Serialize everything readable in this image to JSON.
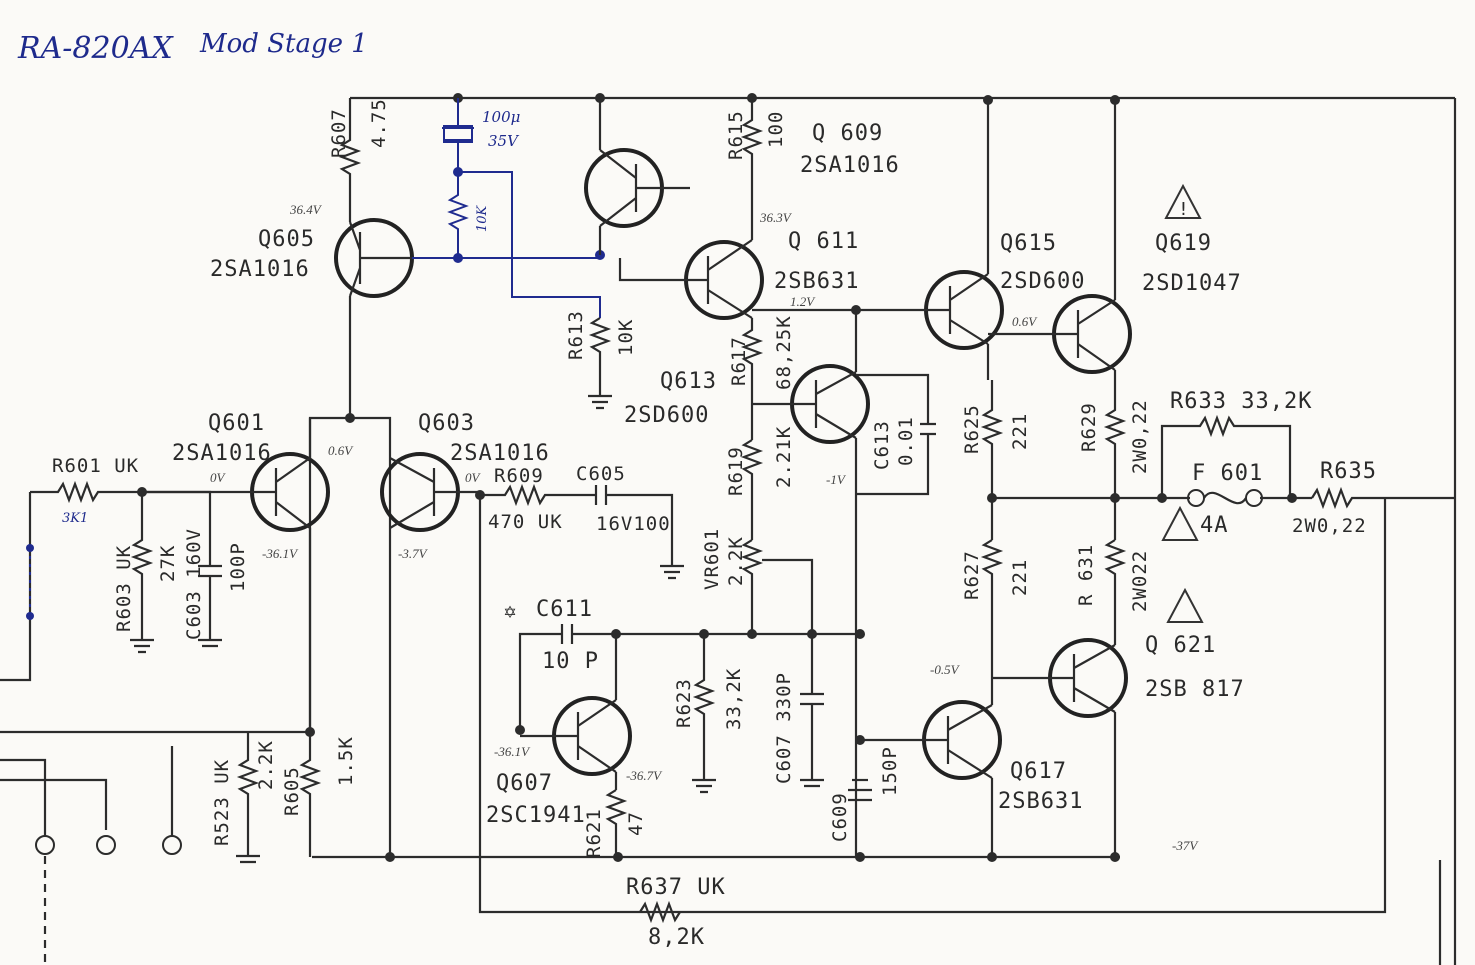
{
  "title": {
    "model": "RA-820AX",
    "note": "Mod Stage 1"
  },
  "mod": {
    "cap": "100μ",
    "cap_v": "35V",
    "res": "10K"
  },
  "components": {
    "R607": {
      "ref": "R607",
      "val": "4.75"
    },
    "Q605": {
      "ref": "Q605",
      "part": "2SA1016"
    },
    "Q609": {
      "ref": "Q 609",
      "part": "2SA1016"
    },
    "R615": {
      "ref": "R615",
      "val": "100"
    },
    "Q611": {
      "ref": "Q 611",
      "part": "2SB631"
    },
    "Q615": {
      "ref": "Q615",
      "part": "2SD600"
    },
    "Q619": {
      "ref": "Q619",
      "part": "2SD1047"
    },
    "R613": {
      "ref": "R613",
      "val": "10K"
    },
    "Q613": {
      "ref": "Q613",
      "part": "2SD600"
    },
    "R617": {
      "ref": "R617",
      "val": "68,25K"
    },
    "Q601": {
      "ref": "Q601",
      "part": "2SA1016"
    },
    "Q603": {
      "ref": "Q603",
      "part": "2SA1016"
    },
    "R601": {
      "ref": "R601 UK",
      "val": "3K1"
    },
    "R609": {
      "ref": "R609",
      "val": "470 UK"
    },
    "C605": {
      "ref": "C605",
      "val": "16V100"
    },
    "R603": {
      "ref": "R603 UK",
      "val": "27K"
    },
    "C603": {
      "ref": "C603 160V",
      "val": "100P"
    },
    "R619": {
      "ref": "R619",
      "val": "2.21K"
    },
    "VR601": {
      "ref": "VR601",
      "val": "2.2K"
    },
    "C613": {
      "ref": "C613",
      "val": "0.01"
    },
    "R625": {
      "ref": "R625",
      "val": "221"
    },
    "R629": {
      "ref": "R629",
      "val": "2W0,22"
    },
    "R633": {
      "ref": "R633 33,2K"
    },
    "F601": {
      "ref": "F 601",
      "val": "4A"
    },
    "R635": {
      "ref": "R635",
      "val": "2W0,22"
    },
    "R627": {
      "ref": "R627",
      "val": "221"
    },
    "R631": {
      "ref": "R 631",
      "val": "2W022"
    },
    "Q621": {
      "ref": "Q 621",
      "part": "2SB 817"
    },
    "C611": {
      "ref": "C611",
      "val": "10 P"
    },
    "R623": {
      "ref": "R623",
      "val": "33,2K"
    },
    "C607": {
      "ref": "C607 330P"
    },
    "C609": {
      "ref": "C609",
      "val": "150P"
    },
    "Q607": {
      "ref": "Q607",
      "part": "2SC1941"
    },
    "R621": {
      "ref": "R621",
      "val": "47"
    },
    "Q617": {
      "ref": "Q617",
      "part": "2SB631"
    },
    "R523": {
      "ref": "R523 UK",
      "val": "2.2K"
    },
    "R605": {
      "ref": "R605",
      "val": "1.5K"
    },
    "R637": {
      "ref": "R637 UK",
      "val": "8,2K"
    }
  },
  "voltages": {
    "v364": "36.4V",
    "v363": "36.3V",
    "v12": "1.2V",
    "v06a": "0.6V",
    "v06b": "0.6V",
    "v0a": "0V",
    "v0b": "0V",
    "v361": "-36.1V",
    "v37a": "-3.7V",
    "v1": "-1V",
    "v05": "-0.5V",
    "v341": "-36.1V",
    "v367": "-36.7V",
    "v37b": "-37V"
  },
  "colors": {
    "ink": "#2c2c2c",
    "handwriting": "#1f2b8f",
    "paper": "#fbfaf7"
  }
}
